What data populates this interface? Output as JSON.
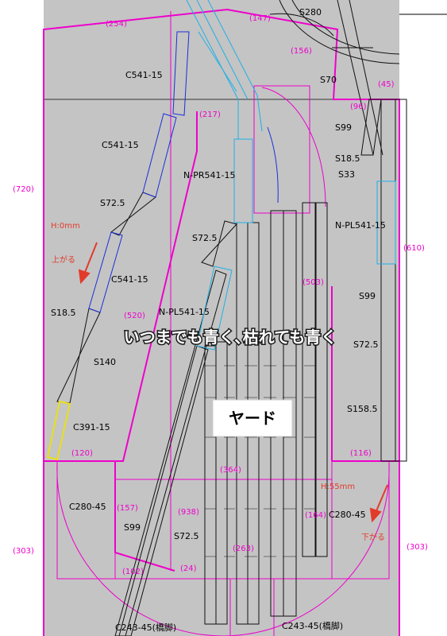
{
  "caption": "いつまでも青く､枯れても青く",
  "yard_label": "ヤード",
  "height_marks": {
    "left": "H:0mm",
    "right": "H:55mm"
  },
  "slope_marks": {
    "up": "上がる",
    "down": "下がる"
  },
  "dimensions": {
    "d720": "(720)",
    "d610": "(610)",
    "d303_left": "(303)",
    "d303_right": "(303)",
    "d254": "(254)",
    "d147": "(147)",
    "d156": "(156)",
    "d45": "(45)",
    "d96": "(96)",
    "d217": "(217)",
    "d503": "(503)",
    "d520": "(520)",
    "d120": "(120)",
    "d116": "(116)",
    "d364": "(364)",
    "d157": "(157)",
    "d938": "(938)",
    "d164": "(164)",
    "d263": "(263)",
    "d102": "(102)",
    "d24": "(24)"
  },
  "track_labels": {
    "s280": "S280",
    "s70": "S70",
    "c541_a": "C541-15",
    "c541_b": "C541-15",
    "c541_c": "C541-15",
    "s99_right": "S99",
    "s18_5_right": "S18.5",
    "s33": "S33",
    "npr541": "N-PR541-15",
    "s72_5_left": "S72.5",
    "s72_5_mid": "S72.5",
    "npl541_right": "N-PL541-15",
    "npl541_mid": "N-PL541-15",
    "s18_5_left": "S18.5",
    "s99_right2": "S99",
    "s72_5_right": "S72.5",
    "s140": "S140",
    "s158_5": "S158.5",
    "c391": "C391-15",
    "c280_left": "C280-45",
    "c280_right": "C280-45",
    "s99_bottom": "S99",
    "s72_5_bottom": "S72.5",
    "c243_left": "C243-45(橋脚)",
    "c243_right": "C243-45(橋脚)"
  },
  "colors": {
    "board": "#c4c4c4",
    "outline": "#ee00cc",
    "track": "#000000",
    "curve_blue": "#1a2fd8",
    "turnout_cyan": "#1fb0e6",
    "yellow": "#e8e01a",
    "red_arrow": "#e23b2a"
  }
}
